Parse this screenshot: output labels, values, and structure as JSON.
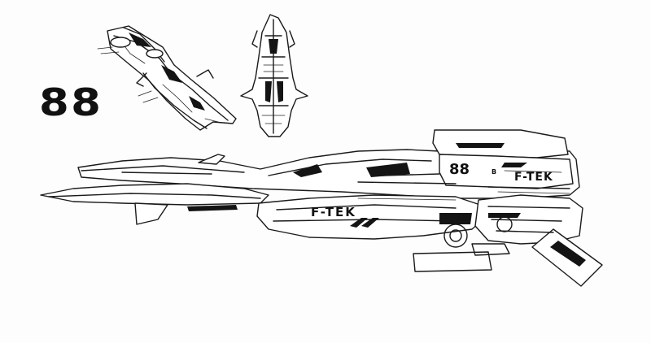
{
  "sheet": {
    "designation": "88",
    "hull_number": "88",
    "hull_letter": "B",
    "brand_nose": "F-TEK",
    "brand_tail": "F-TEK"
  }
}
